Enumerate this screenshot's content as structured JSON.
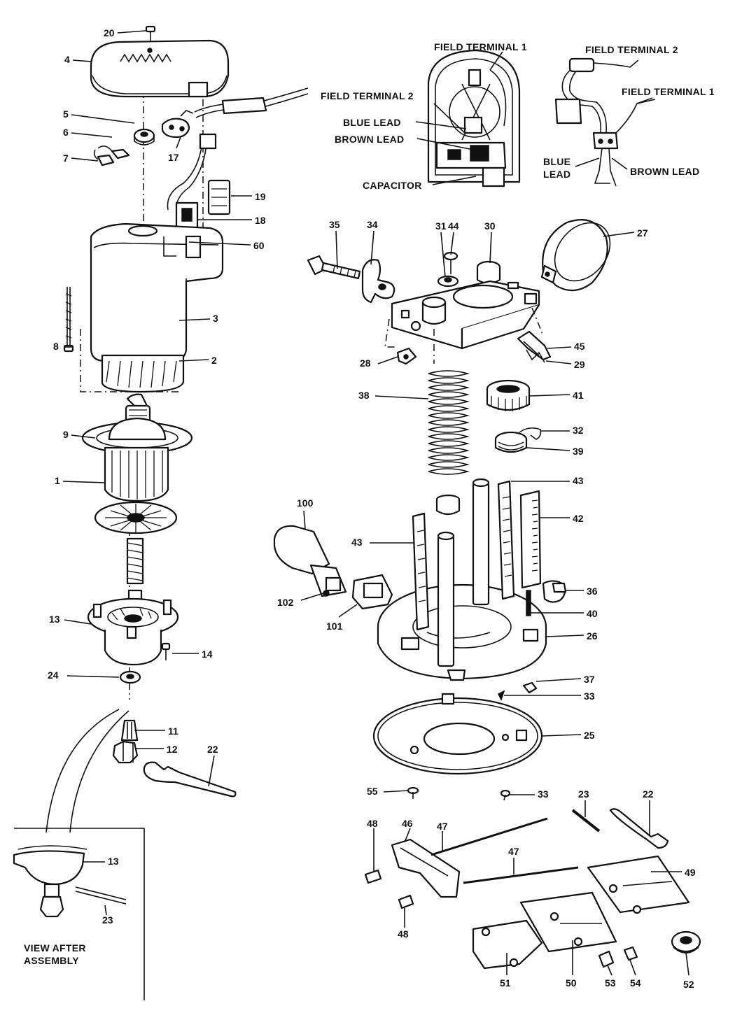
{
  "callouts": {
    "field_terminal_1_top": "FIELD TERMINAL 1",
    "field_terminal_2_top": "FIELD TERMINAL 2",
    "field_terminal_2_left": "FIELD TERMINAL 2",
    "field_terminal_1_right": "FIELD TERMINAL 1",
    "blue_lead_inset": "BLUE LEAD",
    "brown_lead_inset": "BROWN LEAD",
    "capacitor": "CAPACITOR",
    "blue_lead_right_1": "BLUE",
    "blue_lead_right_2": "LEAD",
    "brown_lead_right": "BROWN LEAD",
    "view_after_1": "VIEW AFTER",
    "view_after_2": "ASSEMBLY"
  },
  "part_numbers": {
    "p20": "20",
    "p4": "4",
    "p5": "5",
    "p6": "6",
    "p7": "7",
    "p17": "17",
    "p19": "19",
    "p18": "18",
    "p60": "60",
    "p3": "3",
    "p8": "8",
    "p2": "2",
    "p9": "9",
    "p1": "1",
    "p13": "13",
    "p14": "14",
    "p24": "24",
    "p11": "11",
    "p12": "12",
    "p22a": "22",
    "p13b": "13",
    "p23b": "23",
    "p35": "35",
    "p34": "34",
    "p31": "31",
    "p44": "44",
    "p30": "30",
    "p27": "27",
    "p45": "45",
    "p28": "28",
    "p29": "29",
    "p38": "38",
    "p41": "41",
    "p32": "32",
    "p39": "39",
    "p43a": "43",
    "p42": "42",
    "p100": "100",
    "p43b": "43",
    "p36": "36",
    "p102": "102",
    "p40": "40",
    "p101": "101",
    "p26": "26",
    "p37": "37",
    "p33a": "33",
    "p25": "25",
    "p55": "55",
    "p33b": "33",
    "p23": "23",
    "p22b": "22",
    "p48a": "48",
    "p46": "46",
    "p47a": "47",
    "p47b": "47",
    "p49": "49",
    "p48b": "48",
    "p51": "51",
    "p50": "50",
    "p53": "53",
    "p54": "54",
    "p52": "52"
  }
}
